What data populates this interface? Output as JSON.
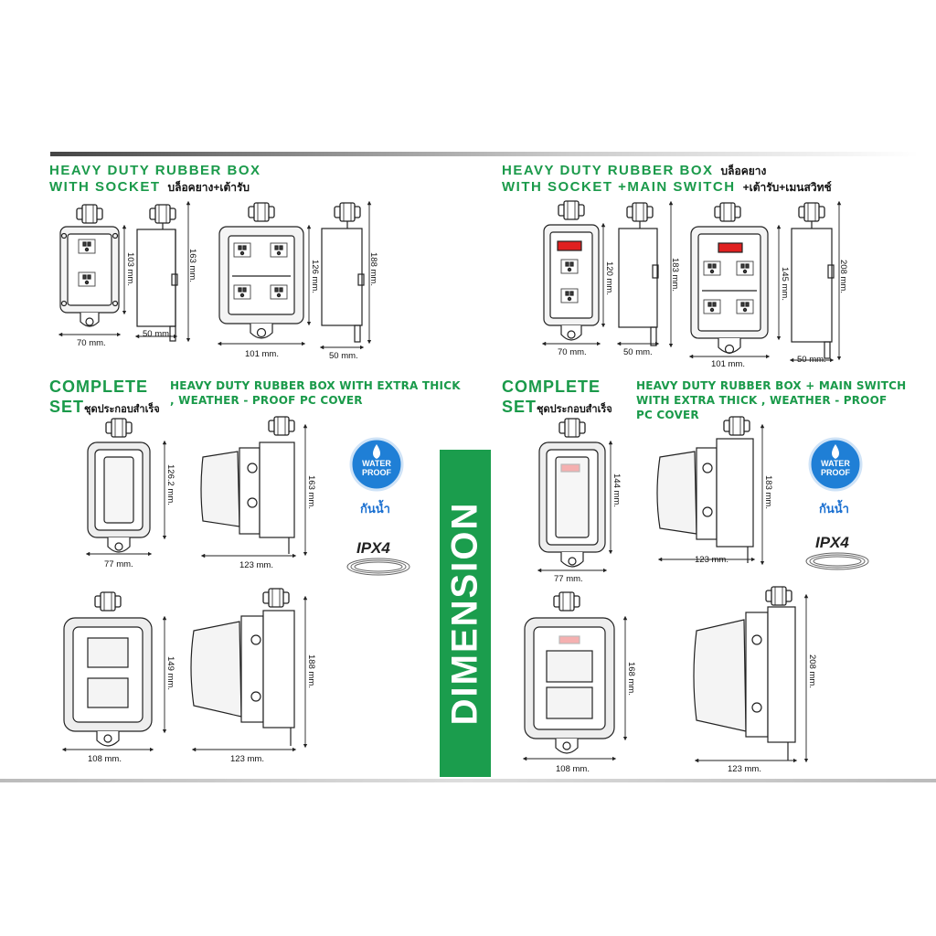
{
  "left": {
    "title_line1": "HEAVY DUTY RUBBER BOX",
    "title_line2": "WITH SOCKET",
    "title_thai": "บล็อคยาง+เต้ารับ",
    "complete_line1": "COMPLETE",
    "complete_line2": "SET",
    "complete_thai": "ชุดประกอบสำเร็จ",
    "desc_line1": "HEAVY DUTY RUBBER BOX WITH EXTRA THICK",
    "desc_line2": ", WEATHER - PROOF PC COVER",
    "dims": {
      "a_w": "70 mm.",
      "a_h": "103 mm.",
      "a_d": "50 mm.",
      "a_t": "163 mm.",
      "b_w": "101 mm.",
      "b_h": "126 mm.",
      "b_d": "50 mm.",
      "b_t": "188 mm.",
      "c_w": "77 mm.",
      "c_h": "126.2 mm.",
      "c_d": "123 mm.",
      "c_t": "163 mm.",
      "d_w": "108 mm.",
      "d_h": "149 mm.",
      "d_d": "123 mm.",
      "d_t": "188 mm."
    }
  },
  "right": {
    "title_line1": "HEAVY DUTY RUBBER BOX",
    "title_line2": "WITH SOCKET +MAIN SWITCH",
    "title_thai_1": "บล็อคยาง",
    "title_thai_2": "+เต้ารับ+เมนสวิทช์",
    "complete_line1": "COMPLETE",
    "complete_line2": "SET",
    "complete_thai": "ชุดประกอบสำเร็จ",
    "desc_line1": "HEAVY DUTY RUBBER BOX + MAIN SWITCH",
    "desc_line2": "WITH EXTRA THICK , WEATHER - PROOF",
    "desc_line3": "PC COVER",
    "dims": {
      "a_w": "70 mm.",
      "a_h": "120 mm.",
      "a_d": "50 mm.",
      "a_t": "183 mm.",
      "b_w": "101 mm.",
      "b_h": "145 mm.",
      "b_d": "50 mm.",
      "b_t": "208 mm.",
      "c_w": "77 mm.",
      "c_h": "144 mm.",
      "c_d": "123 mm.",
      "c_t": "183 mm.",
      "d_w": "108 mm.",
      "d_h": "168 mm.",
      "d_d": "123 mm.",
      "d_t": "208 mm."
    }
  },
  "banner": "DIMENSION",
  "badge_line1": "WATER",
  "badge_line2": "PROOF",
  "waterproof_thai": "กันน้ำ",
  "ipx": "IPX4",
  "colors": {
    "green": "#1a9a4a",
    "switch_red": "#e02020",
    "badge_blue": "#1f7fd6"
  }
}
